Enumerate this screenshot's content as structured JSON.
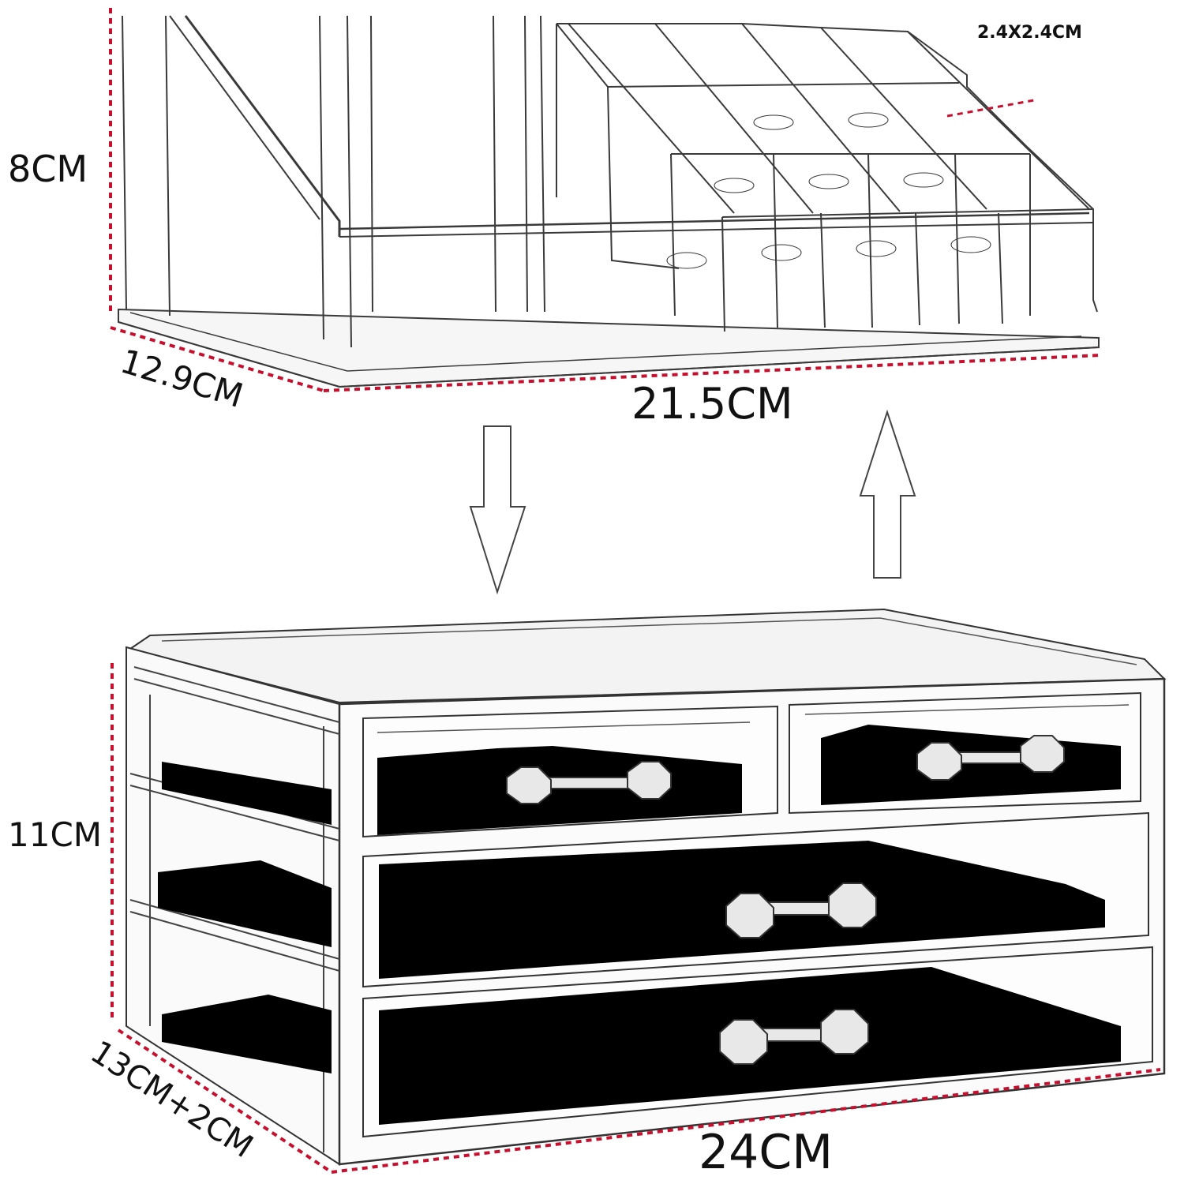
{
  "top_organizer": {
    "cell_size_label": "2.4X2.4CM",
    "height_label": "8CM",
    "depth_label": "12.9CM",
    "width_label": "21.5CM"
  },
  "drawer_unit": {
    "height_label": "11CM",
    "depth_label": "13CM+2CM",
    "width_label": "24CM",
    "drawer_lining_color": "#000000"
  },
  "dimension_line_color": "#c8102e",
  "arrows": [
    "down-arrow-icon",
    "up-arrow-icon"
  ]
}
